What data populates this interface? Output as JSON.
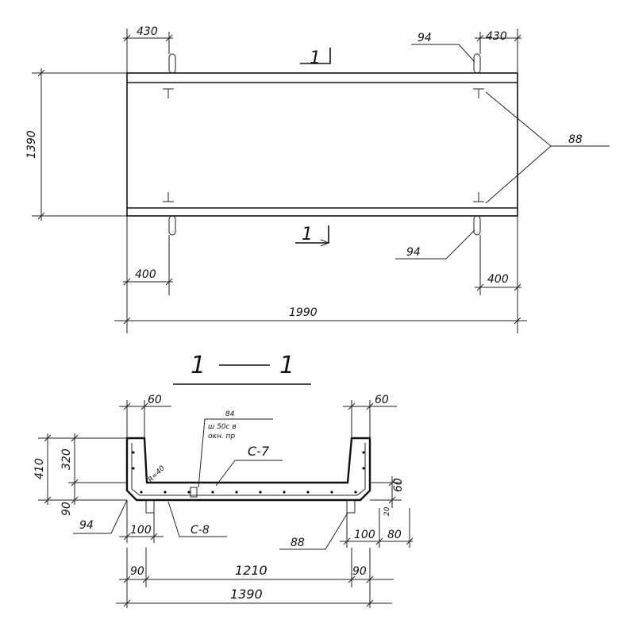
{
  "plan": {
    "dim_top_left": "430",
    "dim_top_right": "430",
    "dim_height": "1390",
    "dim_bottom_left": "400",
    "dim_bottom_right": "400",
    "dim_total": "1990",
    "callout_top_right": "94",
    "callout_bottom_right": "94",
    "callout_embedded": "88",
    "section_mark_top": "1",
    "section_mark_bottom": "1"
  },
  "section": {
    "title_left": "1",
    "title_right": "1",
    "dim_wall_left": "60",
    "dim_wall_right": "60",
    "dim_total_height": "410",
    "dim_inner_height": "320",
    "dim_bottom_thickness": "90",
    "dim_slab_right": "60",
    "dim_small_right": "20",
    "dim_offset_right": "80",
    "dim_support_left": "100",
    "dim_support_right": "100",
    "dim_edge_left": "90",
    "dim_edge_right": "90",
    "dim_inner": "1210",
    "dim_total": "1390",
    "radius_label": "R=40",
    "note_line1": "84",
    "note_line2": "ш 50с в",
    "note_line3": "окн. пр",
    "label_mesh_top": "С-7",
    "label_mesh_bottom": "С-8",
    "callout_left": "94",
    "callout_right": "88"
  }
}
